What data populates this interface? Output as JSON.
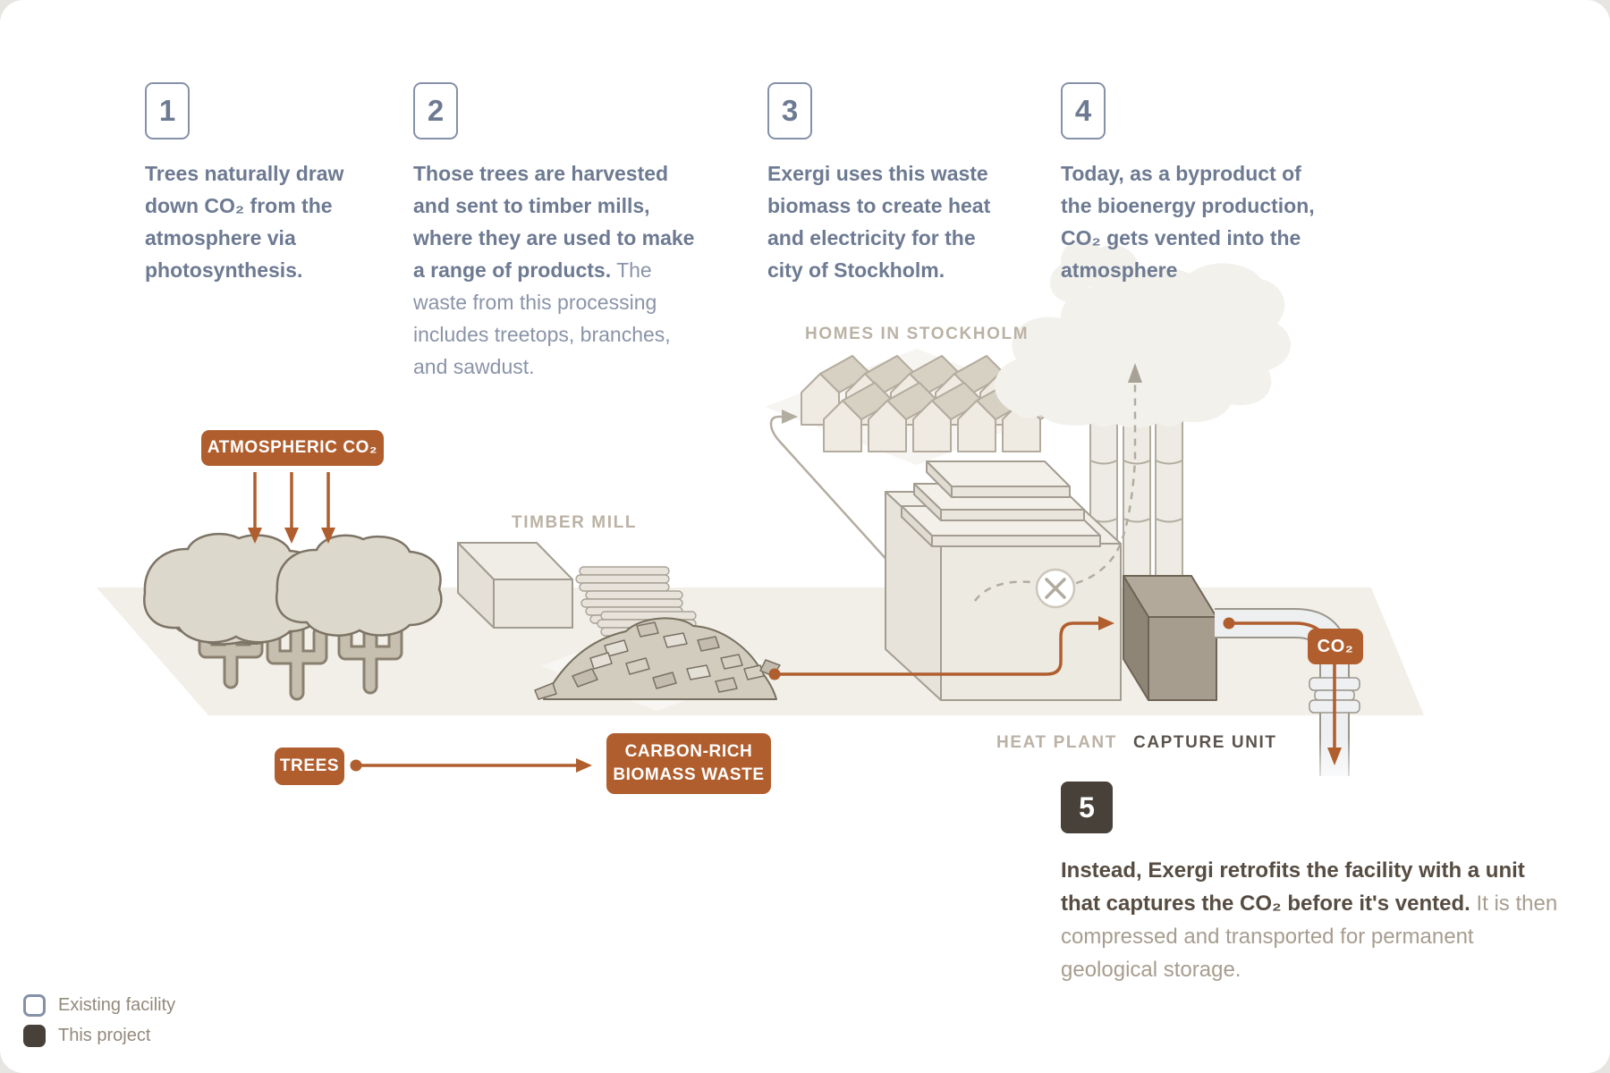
{
  "colors": {
    "accent": "#b05e2e",
    "dark_brown": "#48413a",
    "slate": "#6d7a92"
  },
  "steps": [
    {
      "num": "1",
      "bold": "Trees naturally draw down CO₂ from the atmosphere via photosynthesis.",
      "rest": ""
    },
    {
      "num": "2",
      "bold": "Those trees are harvested and sent to timber mills, where they are used to make a range of products.",
      "rest": " The waste from this processing includes treetops, branches, and sawdust."
    },
    {
      "num": "3",
      "bold": "Exergi uses this waste biomass to create heat and electricity for the city of Stockholm.",
      "rest": ""
    },
    {
      "num": "4",
      "bold": "Today, as a byproduct of the bioenergy production, CO₂ gets vented into the atmosphere",
      "rest": ""
    }
  ],
  "step5": {
    "num": "5",
    "bold": "Instead, Exergi retrofits the facility with a unit that captures the CO₂ before it's vented.",
    "rest": " It is then compressed and transported for permanent geological storage."
  },
  "scene_labels": {
    "homes": "HOMES IN STOCKHOLM",
    "timber_mill": "TIMBER MILL",
    "heat_plant": "HEAT PLANT",
    "capture_unit": "CAPTURE UNIT"
  },
  "badges": {
    "atmospheric_co2": "ATMOSPHERIC CO₂",
    "trees": "TREES",
    "biomass": "CARBON-RICH BIOMASS WASTE",
    "co2": "CO₂"
  },
  "legend": [
    {
      "label": "Existing facility"
    },
    {
      "label": "This project"
    }
  ]
}
